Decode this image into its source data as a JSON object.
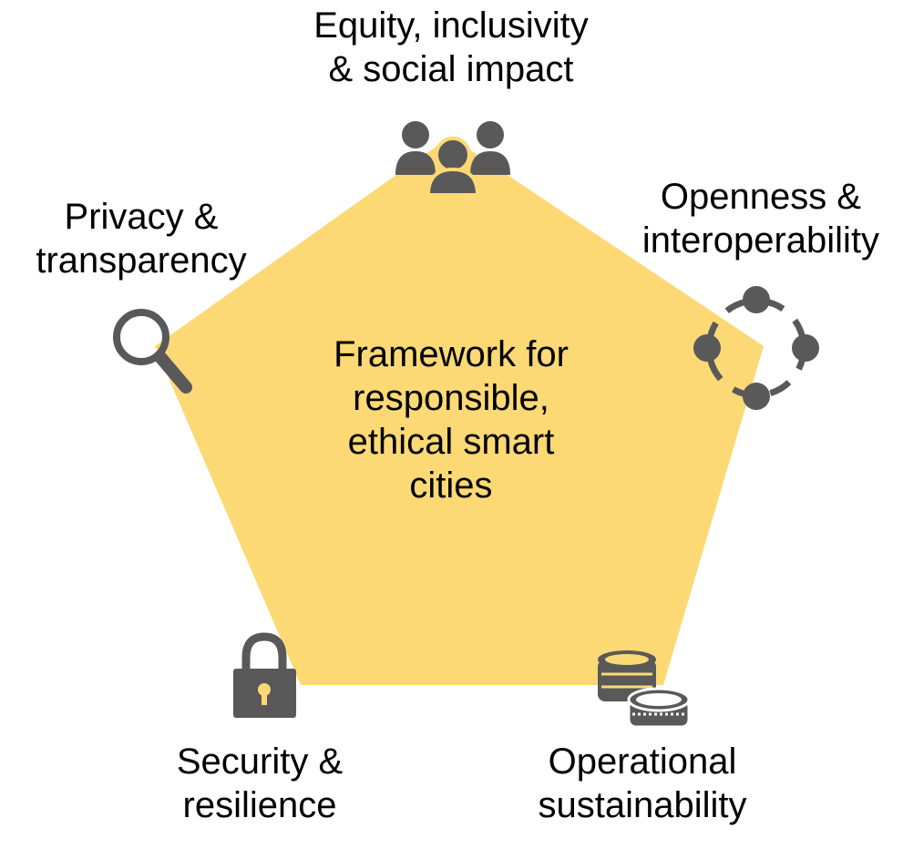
{
  "diagram": {
    "center": {
      "lines": [
        "Framework for",
        "responsible,",
        "ethical smart",
        "cities"
      ]
    },
    "pillars": {
      "equity": {
        "lines": [
          "Equity, inclusivity",
          "& social impact"
        ],
        "icon": "people-group-icon"
      },
      "openness": {
        "lines": [
          "Openness &",
          "interoperability"
        ],
        "icon": "network-cycle-icon"
      },
      "privacy": {
        "lines": [
          "Privacy &",
          "transparency"
        ],
        "icon": "magnifier-icon"
      },
      "security": {
        "lines": [
          "Security &",
          "resilience"
        ],
        "icon": "padlock-icon"
      },
      "operational": {
        "lines": [
          "Operational",
          "sustainability"
        ],
        "icon": "coin-stacks-icon"
      }
    },
    "colors": {
      "pentagon_fill": "#FCD975",
      "icon_fill": "#595959",
      "text": "#000000"
    }
  }
}
